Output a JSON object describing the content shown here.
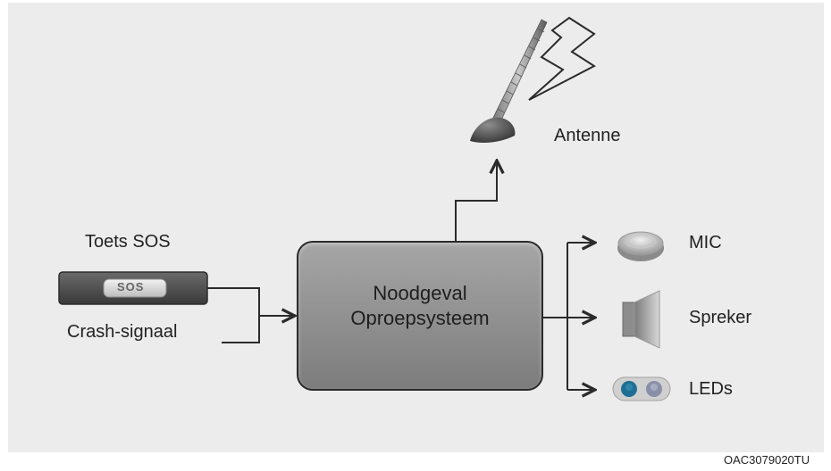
{
  "labels": {
    "antenna": "Antenne",
    "sos_key": "Toets SOS",
    "sos_button": "SOS",
    "crash_signal": "Crash-signaal",
    "system_line1": "Noodgeval",
    "system_line2": "Oproepsysteem",
    "mic": "MIC",
    "speaker": "Spreker",
    "leds": "LEDs"
  },
  "figure_code": "OAC3079020TU",
  "colors": {
    "background": "#ececec",
    "box_fill": "#8f8f8f",
    "line": "#2b2b2b",
    "led_blue": "#1f6f94",
    "led_grey": "#8a8fa8"
  },
  "icons": [
    "antenna-icon",
    "lightning-icon",
    "sos-key-icon",
    "microphone-icon",
    "speaker-icon",
    "led-icon"
  ]
}
